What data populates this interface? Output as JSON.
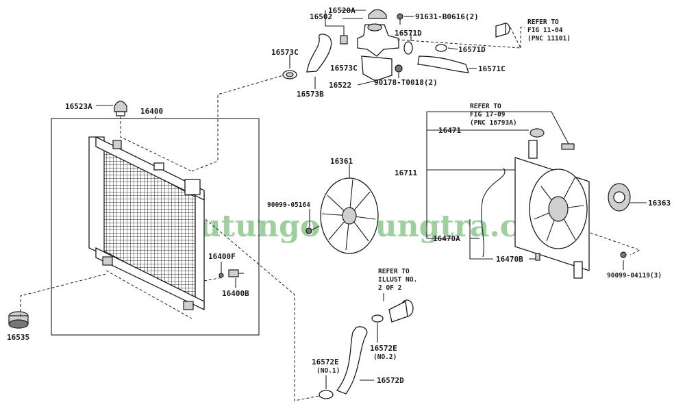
{
  "watermark": "phutungotodungtra.com",
  "labels": {
    "p16502": "16502",
    "p16520A": "16520A",
    "p91631": "91631-B0616(2)",
    "refer1_a": "REFER TO",
    "refer1_b": "FIG 11-04",
    "refer1_c": "(PNC 11101)",
    "p16571D_top": "16571D",
    "p16573C_left": "16573C",
    "p16571D_right": "16571D",
    "p16573C_mid": "16573C",
    "p16571C": "16571C",
    "p16522": "16522",
    "p90178": "90178-T0018(2)",
    "p16573B": "16573B",
    "p16523A": "16523A",
    "p16400": "16400",
    "refer2_a": "REFER TO",
    "refer2_b": "FIG 17-09",
    "refer2_c": "(PNC 16793A)",
    "p16471": "16471",
    "p16361": "16361",
    "p16711": "16711",
    "p16363": "16363",
    "p90099_05164": "90099-05164",
    "p16470A": "16470A",
    "p16470B": "16470B",
    "p90099_04119": "90099-04119(3)",
    "p16400F": "16400F",
    "p16400B": "16400B",
    "refer3_a": "REFER TO",
    "refer3_b": "ILLUST NO.",
    "refer3_c": "2 OF 2",
    "p16572E_no2": "16572E",
    "no2": "(NO.2)",
    "p16572E_no1": "16572E",
    "no1": "(NO.1)",
    "p16572D": "16572D",
    "p16535": "16535"
  }
}
